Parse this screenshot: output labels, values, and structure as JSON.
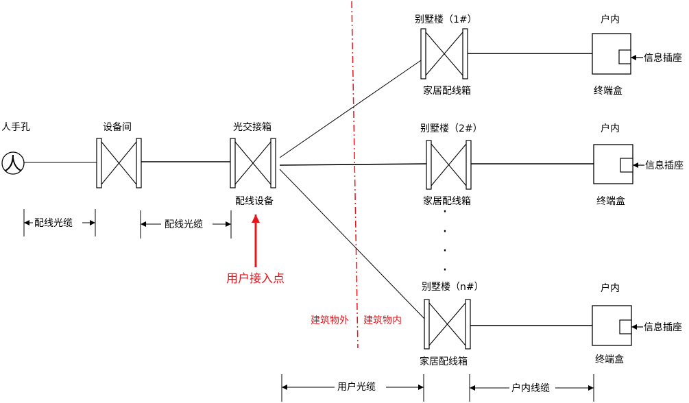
{
  "colors": {
    "line": "#000000",
    "accent": "#e8141c",
    "background": "#ffffff"
  },
  "nodes": {
    "manhole": {
      "label": "人手孔",
      "symbol": "人"
    },
    "equipment_room": {
      "label": "设备间"
    },
    "cross_box": {
      "label": "光交接箱",
      "sublabel": "配线设备"
    }
  },
  "villas": [
    {
      "label": "别墅楼（1#）",
      "box_label": "家居配线箱",
      "indoor_label": "户内",
      "terminal_label": "终端盒",
      "socket_label": "信息插座"
    },
    {
      "label": "别墅楼（2#）",
      "box_label": "家居配线箱",
      "indoor_label": "户内",
      "terminal_label": "终端盒",
      "socket_label": "信息插座"
    },
    {
      "label": "别墅楼（n#）",
      "box_label": "家居配线箱",
      "indoor_label": "户内",
      "terminal_label": "终端盒",
      "socket_label": "信息插座"
    }
  ],
  "ellipsis_dots": [
    "·",
    "·",
    "·",
    "·"
  ],
  "spans": {
    "distribution_cable_1": "配线光缆",
    "distribution_cable_2": "配线光缆",
    "user_cable": "用户光缆",
    "indoor_cable": "户内线缆"
  },
  "user_access_point": "用户接入点",
  "boundary": {
    "outside": "建筑物外",
    "inside": "建筑物内"
  }
}
